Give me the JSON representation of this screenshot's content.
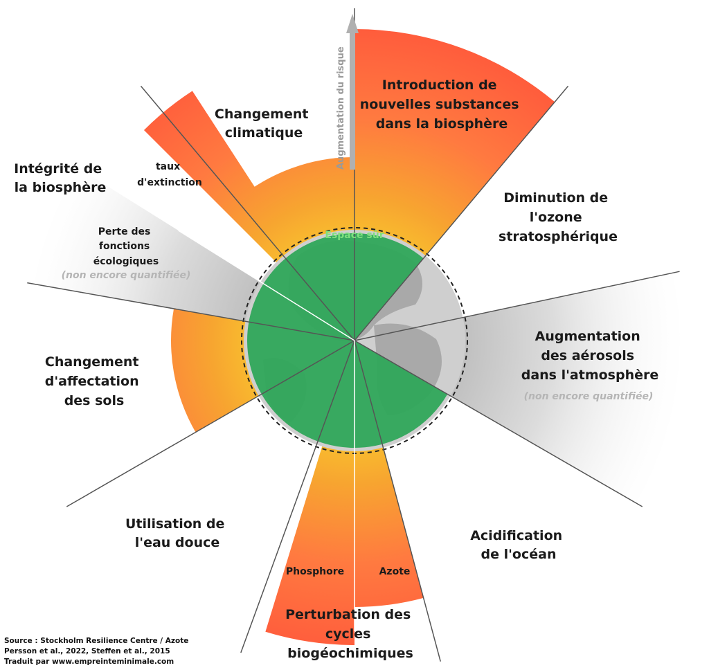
{
  "risk_axis_label": "Augmentation du risque",
  "safe_space_label": "Espace sûr",
  "boundaries": [
    {
      "name": "climate",
      "lines": [
        "Changement",
        "climatique"
      ]
    },
    {
      "name": "novel-entities",
      "lines": [
        "Introduction de",
        "nouvelles substances",
        "dans la biosphère"
      ]
    },
    {
      "name": "ozone",
      "lines": [
        "Diminution de",
        "l'ozone",
        "stratosphérique"
      ]
    },
    {
      "name": "aerosols",
      "lines": [
        "Augmentation",
        "des aérosols",
        "dans l'atmosphère"
      ],
      "note": "(non encore quantifiée)"
    },
    {
      "name": "ocean",
      "lines": [
        "Acidification",
        "de l'océan"
      ]
    },
    {
      "name": "biogeochemical",
      "lines": [
        "Perturbation des",
        "cycles",
        "biogéochimiques"
      ]
    },
    {
      "name": "freshwater",
      "lines": [
        "Utilisation de",
        "l'eau douce"
      ]
    },
    {
      "name": "land-use",
      "lines": [
        "Changement",
        "d'affectation",
        "des sols"
      ]
    },
    {
      "name": "biosphere",
      "lines": [
        "Intégrité de",
        "la biosphère"
      ]
    }
  ],
  "sub_labels": {
    "extinction": [
      "taux",
      "d'extinction"
    ],
    "functional": [
      "Perte des",
      "fonctions",
      "écologiques"
    ],
    "functional_note": "(non encore quantifiée)",
    "phosphorus": "Phosphore",
    "nitrogen": "Azote"
  },
  "source": [
    "Source : Stockholm Resilience Centre / Azote",
    "Persson et al., 2022, Steffen et al., 2015",
    "Traduit par www.empreinteminimale.com"
  ],
  "colors": {
    "beyond_high": "#ff6a45",
    "beyond_zone": "#f7a530",
    "safe": "#2fa65a",
    "not_quantified": "#d9d9d9",
    "axis": "#b0b0b0"
  }
}
